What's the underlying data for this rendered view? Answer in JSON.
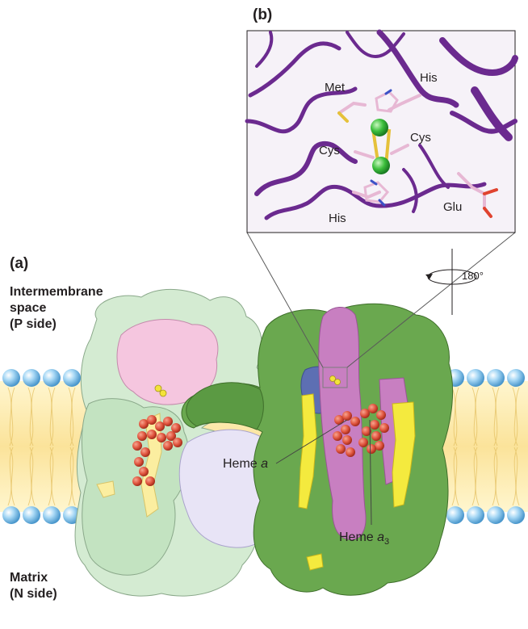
{
  "panels": {
    "a": "(a)",
    "b": "(b)"
  },
  "regions": {
    "intermembrane_line1": "Intermembrane",
    "intermembrane_line2": "space",
    "p_side_open": "(",
    "p_side_letter": "P",
    "p_side_close": " side)",
    "matrix": "Matrix",
    "n_side_open": "(",
    "n_side_letter": "N",
    "n_side_close": " side)"
  },
  "rotation_label": "180°",
  "residues": {
    "met": "Met",
    "his_top": "His",
    "cys_left": "Cys",
    "cys_right": "Cys",
    "his_bottom": "His",
    "glu": "Glu"
  },
  "hemes": {
    "heme_a_text": "Heme ",
    "heme_a_letter": "a",
    "heme_a3_text": "Heme ",
    "heme_a3_letter": "a",
    "heme_a3_sub": "3"
  },
  "colors": {
    "membrane_head": "#8fc9ee",
    "membrane_core": "#fbe9a8",
    "subunit_light_green": "#cfe8cf",
    "subunit_dark_green": "#6aa84f",
    "subunit_magenta": "#c77ec0",
    "subunit_pink": "#f4c6e0",
    "subunit_lavender": "#e6e2f4",
    "subunit_yellow": "#f2e94a",
    "subunit_blue": "#5d6fb3",
    "heme_red": "#e0553f",
    "protein_ribbon": "#6b2a8f",
    "copper": "#3cbf3c"
  }
}
